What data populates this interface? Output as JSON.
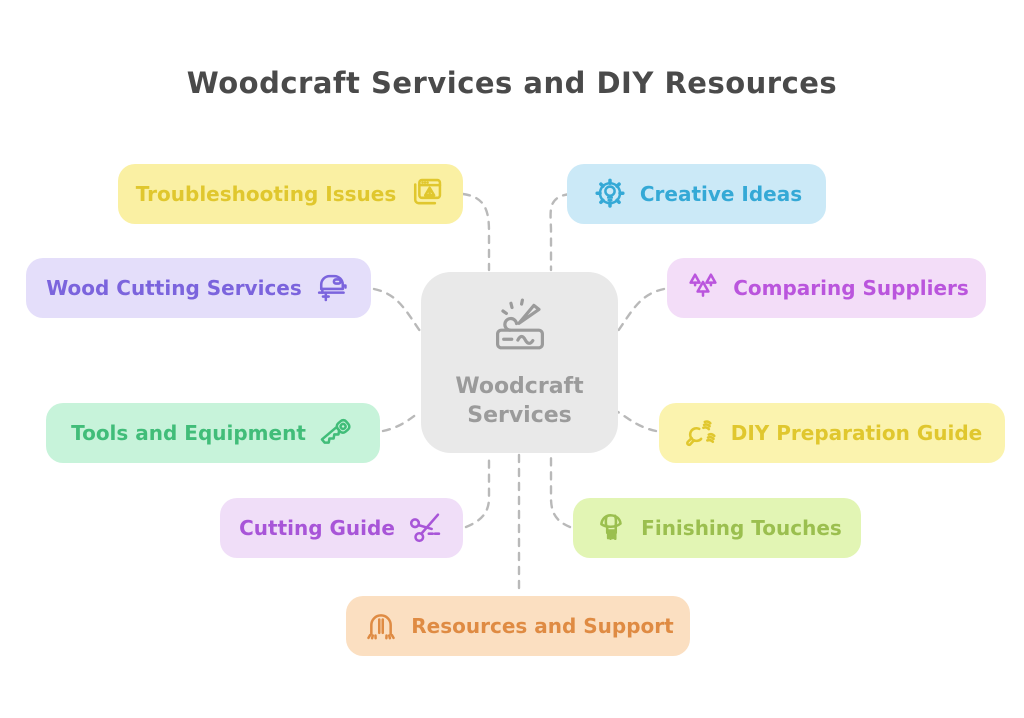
{
  "title": "Woodcraft Services and DIY Resources",
  "colors": {
    "background": "#ffffff",
    "title": "#4a4a4a",
    "connector": "#b9b9b9"
  },
  "center_node": {
    "label": "Woodcraft Services",
    "icon": "wood-carving-icon",
    "bg": "#e9e9e9",
    "fg": "#9b9b9b"
  },
  "nodes": [
    {
      "label": "Troubleshooting Issues",
      "icon": "browser-warning-icon",
      "bg": "#faf0a3",
      "fg": "#e0c72e"
    },
    {
      "label": "Creative Ideas",
      "icon": "gear-bulb-icon",
      "bg": "#cbe9f7",
      "fg": "#35a9d6"
    },
    {
      "label": "Wood Cutting Services",
      "icon": "jigsaw-icon",
      "bg": "#e4defa",
      "fg": "#7b64dd"
    },
    {
      "label": "Comparing Suppliers",
      "icon": "pine-trees-icon",
      "bg": "#f3ddf8",
      "fg": "#ba55dd"
    },
    {
      "label": "Tools and Equipment",
      "icon": "handsaw-icon",
      "bg": "#c7f3da",
      "fg": "#41bd79"
    },
    {
      "label": "DIY Preparation Guide",
      "icon": "wrench-screws-icon",
      "bg": "#fbf3ae",
      "fg": "#e0c72e"
    },
    {
      "label": "Cutting Guide",
      "icon": "scissors-icon",
      "bg": "#f0def8",
      "fg": "#a855d8"
    },
    {
      "label": "Finishing Touches",
      "icon": "round-brush-icon",
      "bg": "#e2f5b4",
      "fg": "#9bbf4f"
    },
    {
      "label": "Resources and Support",
      "icon": "horseshoe-icon",
      "bg": "#fbdfc1",
      "fg": "#df8b43"
    }
  ]
}
